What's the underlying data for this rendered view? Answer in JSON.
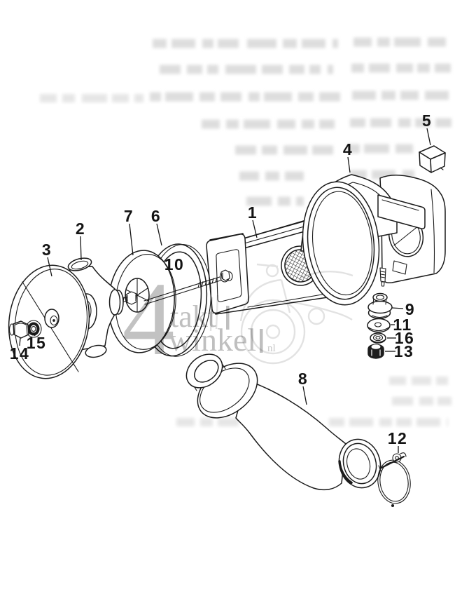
{
  "page": {
    "background": "#ffffff"
  },
  "diagram": {
    "type": "exploded-parts-diagram",
    "subject": "air cleaner assembly",
    "line_color": "#1a1a1a",
    "part_labels": [
      {
        "text": "1"
      },
      {
        "text": "2"
      },
      {
        "text": "3"
      },
      {
        "text": "4"
      },
      {
        "text": "5"
      },
      {
        "text": "6"
      },
      {
        "text": "7"
      },
      {
        "text": "8"
      },
      {
        "text": "9"
      },
      {
        "text": "10"
      },
      {
        "text": "11"
      },
      {
        "text": "12"
      },
      {
        "text": "13"
      },
      {
        "text": "14"
      },
      {
        "text": "15"
      },
      {
        "text": "16"
      }
    ]
  },
  "watermark": {
    "numeral": "4",
    "line1": "takt",
    "line2": "winkel",
    "suffix": "nl",
    "color": "#c2c2c2"
  }
}
